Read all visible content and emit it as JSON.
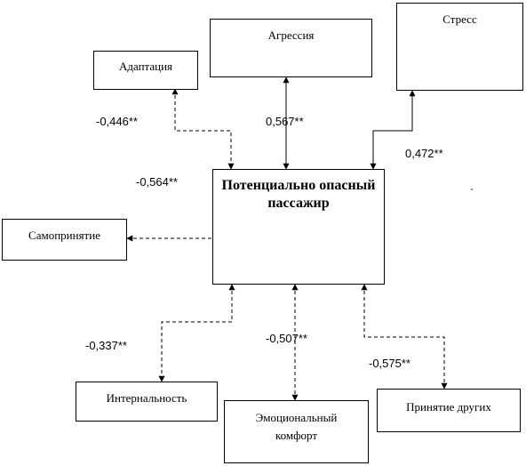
{
  "nodes": {
    "central": "Потенциально опасный пассажир",
    "adaptation": "Адаптация",
    "aggression": "Агрессия",
    "stress": "Стресс",
    "self_acceptance": "Самопринятие",
    "internality": "Интернальность",
    "emotional_comfort": "Эмоциональный комфорт",
    "acceptance_of_others": "Принятие других"
  },
  "coefficients": {
    "adaptation": "-0,446**",
    "aggression": "0,567**",
    "stress": "0,472**",
    "self_acceptance": "-0,564**",
    "internality": "-0,337**",
    "emotional_comfort": "-0,507**",
    "acceptance_of_others": "-0,575**"
  },
  "connections": [
    {
      "from": "central",
      "to": "adaptation",
      "style": "dashed"
    },
    {
      "from": "central",
      "to": "aggression",
      "style": "solid"
    },
    {
      "from": "central",
      "to": "stress",
      "style": "solid"
    },
    {
      "from": "central",
      "to": "self_acceptance",
      "style": "dashed"
    },
    {
      "from": "central",
      "to": "internality",
      "style": "dashed"
    },
    {
      "from": "central",
      "to": "emotional_comfort",
      "style": "dashed"
    },
    {
      "from": "central",
      "to": "acceptance_of_others",
      "style": "dashed"
    }
  ]
}
